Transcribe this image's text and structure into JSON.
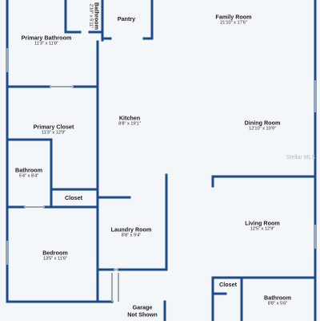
{
  "rooms": [
    {
      "id": "bath-top",
      "name": "Bathroom",
      "dim": "2'10\" x 5'11\""
    },
    {
      "id": "pantry",
      "name": "Pantry",
      "dim": ""
    },
    {
      "id": "family",
      "name": "Family Room",
      "dim": "21'10\" x 17'6\""
    },
    {
      "id": "primary-bath",
      "name": "Primary Bathroom",
      "dim": "11'3\" x 11'8\""
    },
    {
      "id": "kitchen",
      "name": "Kitchen",
      "dim": "8'8\" x 19'1\""
    },
    {
      "id": "dining",
      "name": "Dining Room",
      "dim": "12'10\" x 10'9\""
    },
    {
      "id": "primary-closet",
      "name": "Primary Closet",
      "dim": "11'3\" x 12'9\""
    },
    {
      "id": "bath-left",
      "name": "Bathroom",
      "dim": "5'4\" x 8'4\""
    },
    {
      "id": "closet-mid",
      "name": "Closet",
      "dim": ""
    },
    {
      "id": "laundry",
      "name": "Laundry Room",
      "dim": "8'8\" x 9'4\""
    },
    {
      "id": "living",
      "name": "Living Room",
      "dim": "12'5\" x 12'9\""
    },
    {
      "id": "bedroom",
      "name": "Bedroom",
      "dim": "13'5\" x 11'6\""
    },
    {
      "id": "closet-br",
      "name": "Closet",
      "dim": ""
    },
    {
      "id": "bath-br",
      "name": "Bathroom",
      "dim": "8'8\" x 5'6\""
    },
    {
      "id": "garage",
      "name": "Garage\nNot Shown",
      "dim": ""
    }
  ],
  "watermark": "Stellar MLS",
  "colors": {
    "wall": "#1b4b8a",
    "floor": "#f4f7fa",
    "window": "#9fa8b2"
  }
}
